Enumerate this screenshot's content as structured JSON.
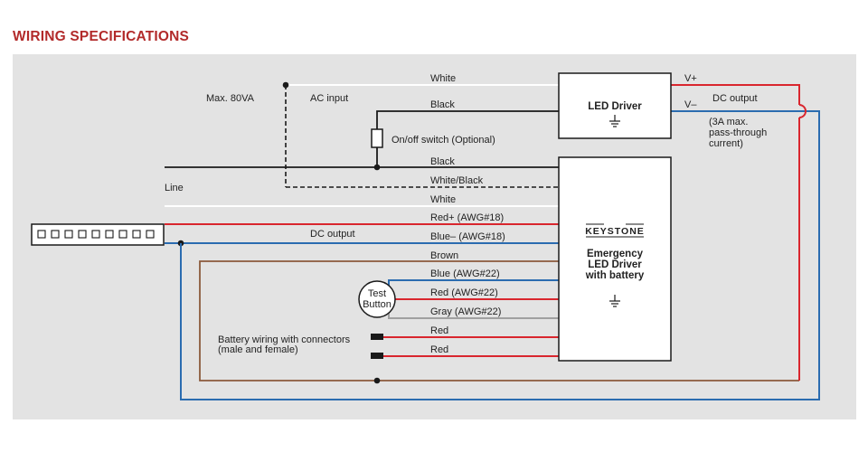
{
  "title": "WIRING SPECIFICATIONS",
  "colors": {
    "title": "#b22a2a",
    "panel": "#e3e3e3",
    "red": "#d9262e",
    "blue": "#2b6cb0",
    "brown": "#8b5a3c",
    "black": "#1a1a1a",
    "white": "#ffffff",
    "gray": "#a0a0a0"
  },
  "labels": {
    "max_va": "Max. 80VA",
    "ac_input": "AC input",
    "on_off_switch": "On/off switch (Optional)",
    "line": "Line",
    "dc_output_left": "DC output",
    "battery_wiring_1": "Battery wiring with connectors",
    "battery_wiring_2": "(male and female)",
    "test_button_1": "Test",
    "test_button_2": "Button",
    "v_plus": "V+",
    "v_minus": "V–",
    "dc_output_right": "DC output",
    "dc_note_1": "(3A max.",
    "dc_note_2": "pass-through",
    "dc_note_3": "current)"
  },
  "led_driver": {
    "label": "LED Driver"
  },
  "emergency_driver": {
    "brand": "KEYSTONE",
    "line1": "Emergency",
    "line2": "LED Driver",
    "line3": "with battery"
  },
  "wires": [
    {
      "id": "white-top",
      "label": "White"
    },
    {
      "id": "black-top",
      "label": "Black"
    },
    {
      "id": "black-line",
      "label": "Black"
    },
    {
      "id": "white-black",
      "label": "White/Black"
    },
    {
      "id": "white-lower",
      "label": "White"
    },
    {
      "id": "red-plus",
      "label": "Red+ (AWG#18)"
    },
    {
      "id": "blue-minus",
      "label": "Blue– (AWG#18)"
    },
    {
      "id": "brown",
      "label": "Brown"
    },
    {
      "id": "blue-22",
      "label": "Blue (AWG#22)"
    },
    {
      "id": "red-22",
      "label": "Red (AWG#22)"
    },
    {
      "id": "gray-22",
      "label": "Gray (AWG#22)"
    },
    {
      "id": "red-bat-1",
      "label": "Red"
    },
    {
      "id": "red-bat-2",
      "label": "Red"
    }
  ]
}
